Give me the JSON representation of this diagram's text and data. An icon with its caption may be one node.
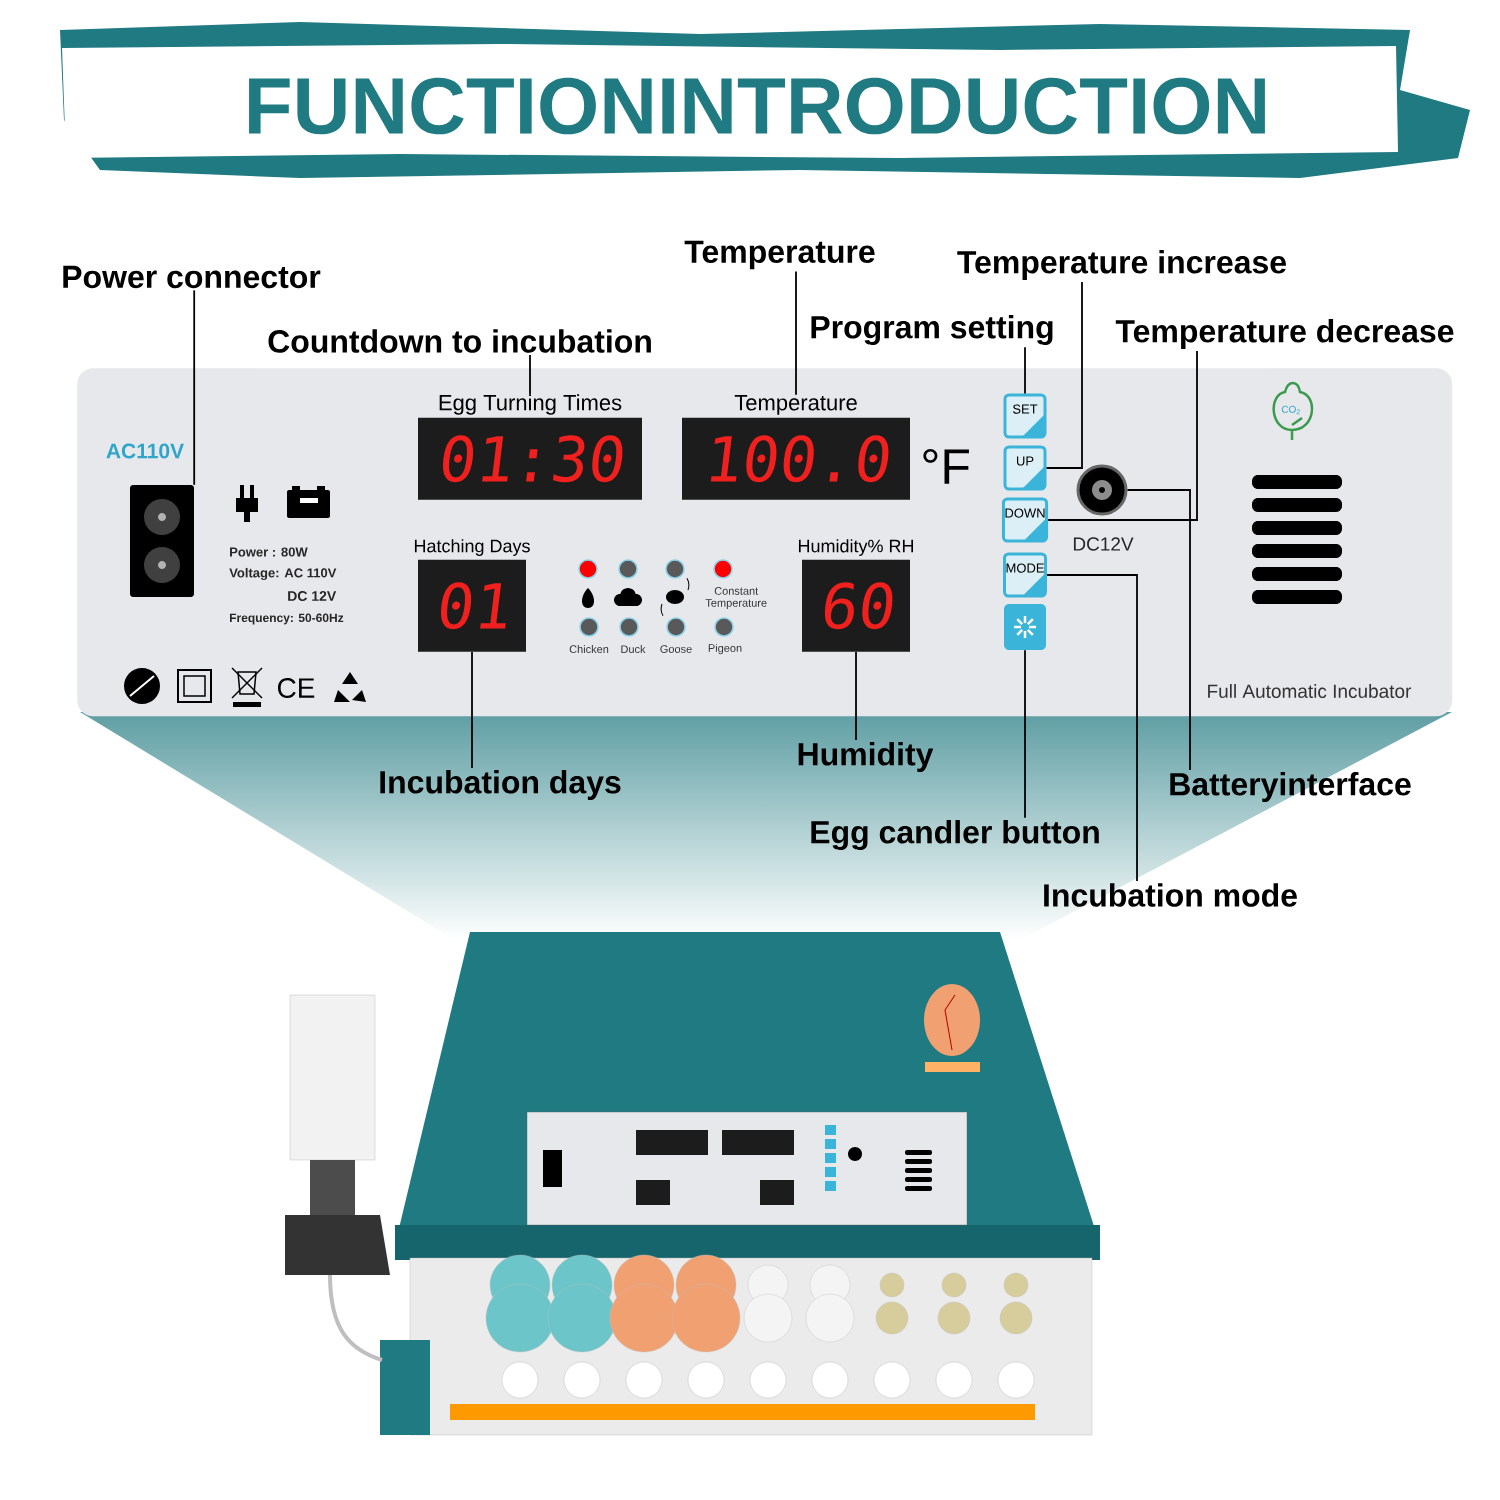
{
  "diagram": {
    "title": "FUNCTIONINTRODUCTION",
    "nodes": [
      {
        "text": [
          "Full Automatic Incubator"
        ]
      },
      {
        "text": [
          "Power connector"
        ]
      },
      {
        "text": [],
        "shape": "box",
        "in": 0
      },
      {
        "text": [
          "Countdown to incubation"
        ]
      },
      {
        "text": [
          "Egg Turning Times",
          "01:30"
        ],
        "in": 0
      },
      {
        "text": [
          "Temperature"
        ]
      },
      {
        "text": [
          "Temperature",
          "100.0"
        ],
        "beside": [
          "°F"
        ],
        "in": 0
      },
      {
        "text": [
          "Program setting"
        ]
      },
      {
        "text": [
          "SET"
        ],
        "in": 0
      },
      {
        "text": [
          "Temperature increase"
        ]
      },
      {
        "text": [
          "UP"
        ],
        "in": 0
      },
      {
        "text": [
          "Temperature decrease"
        ]
      },
      {
        "text": [
          "DOWN"
        ],
        "in": 0
      },
      {
        "text": [],
        "shape": "circle",
        "in": 0
      },
      {
        "text": [
          "Batteryinterface"
        ]
      },
      {
        "text": [
          "MODE"
        ],
        "in": 0
      },
      {
        "text": [
          "Incubation mode"
        ]
      },
      {
        "text": [],
        "shape": "box",
        "in": 0
      },
      {
        "text": [
          "Egg candler button"
        ]
      },
      {
        "text": [
          "Hatching Days",
          "01"
        ],
        "in": 0
      },
      {
        "text": [
          "Incubation days"
        ]
      },
      {
        "text": [
          "Humidity% RH",
          "60"
        ],
        "in": 0
      },
      {
        "text": [
          "Humidity"
        ]
      }
    ],
    "edges": [
      {
        "from": 1,
        "to": 2,
        "arrow": "none"
      },
      {
        "from": 3,
        "to": 4,
        "arrow": "none"
      },
      {
        "from": 5,
        "to": 6,
        "arrow": "none"
      },
      {
        "from": 7,
        "to": 8,
        "arrow": "none"
      },
      {
        "from": 9,
        "to": 10,
        "arrow": "none"
      },
      {
        "from": 11,
        "to": 12,
        "arrow": "none"
      },
      {
        "from": 14,
        "to": 13,
        "arrow": "none"
      },
      {
        "from": 16,
        "to": 15,
        "arrow": "none"
      },
      {
        "from": 18,
        "to": 17,
        "arrow": "none"
      },
      {
        "from": 20,
        "to": 19,
        "arrow": "none"
      },
      {
        "from": 22,
        "to": 21,
        "arrow": "none"
      }
    ],
    "labels": [
      "AC110V",
      "Power : 80W",
      "Voltage: AC 110V",
      "DC 12V",
      "Frequency: 50-60Hz",
      "CE",
      "Constant Temperature",
      "Chicken",
      "Duck",
      "Goose",
      "Pigeon",
      "DC12V",
      "CO$_{2}$"
    ]
  }
}
